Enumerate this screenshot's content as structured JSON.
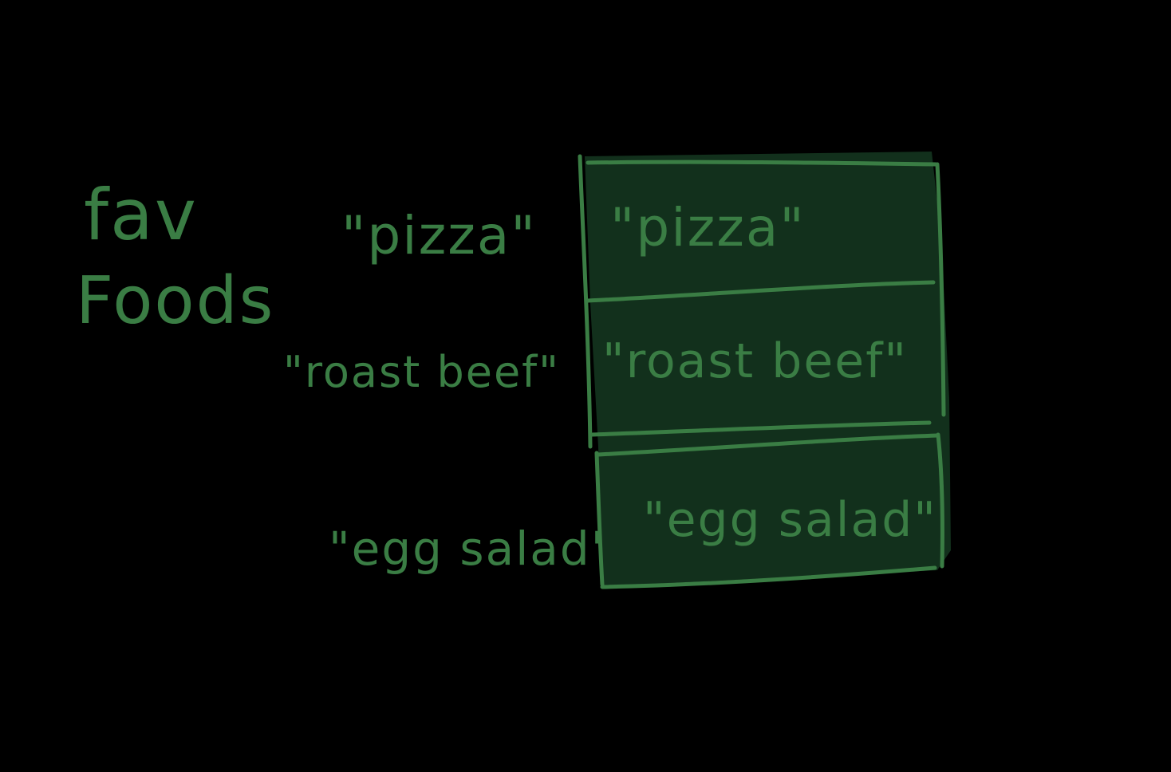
{
  "colors": {
    "background": "#000000",
    "ink": "#3a7d44",
    "cell_fill": "#12301c"
  },
  "label": {
    "line1": "fav",
    "line2": "Foods"
  },
  "list_items": [
    "\"pizza\"",
    "\"roast beef\"",
    "\"egg salad\""
  ],
  "array_cells": [
    "\"pizza\"",
    "\"roast beef\"",
    "\"egg salad\""
  ]
}
